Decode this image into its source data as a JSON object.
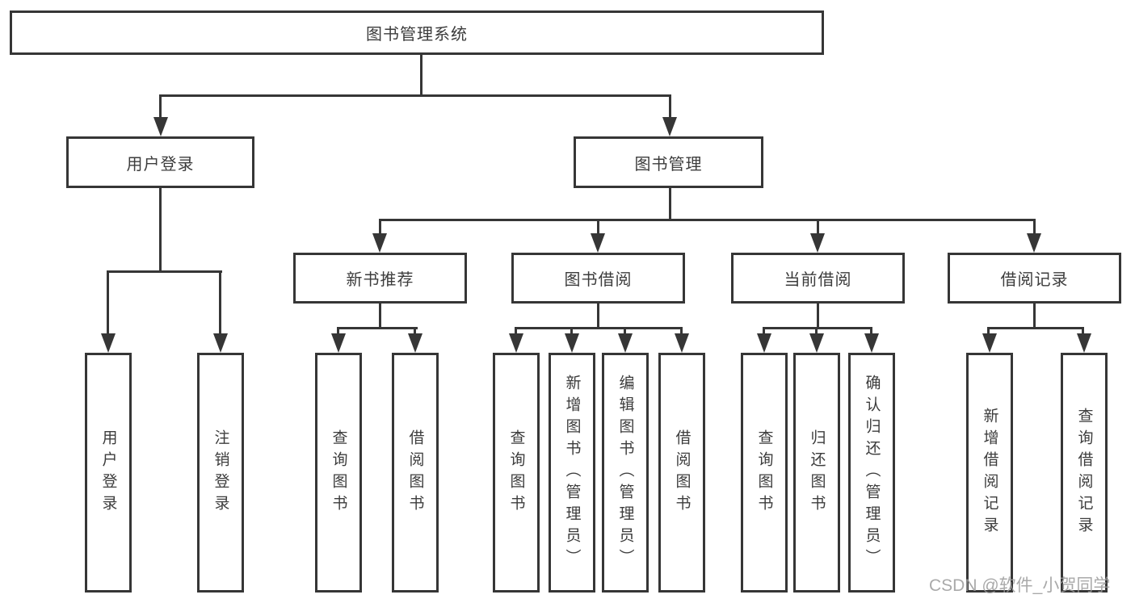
{
  "diagram": {
    "root": {
      "label": "图书管理系统"
    },
    "level2": {
      "user_login": "用户登录",
      "book_management": "图书管理"
    },
    "level3": {
      "new_book_recommend": "新书推荐",
      "book_borrow": "图书借阅",
      "current_borrow": "当前借阅",
      "borrow_record": "借阅记录"
    },
    "leaves": {
      "user_login": [
        "用户登录",
        "注销登录"
      ],
      "new_book_recommend": [
        "查询图书",
        "借阅图书"
      ],
      "book_borrow": [
        "查询图书",
        "新增图书（管理员）",
        "编辑图书（管理员）",
        "借阅图书"
      ],
      "current_borrow": [
        "查询图书",
        "归还图书",
        "确认归还（管理员）"
      ],
      "borrow_record": [
        "新增借阅记录",
        "查询借阅记录"
      ]
    }
  },
  "watermark": "CSDN @软件_小贺同学",
  "colors": {
    "line": "#363636",
    "text": "#3c3c3c",
    "watermark": "#9b9b9b",
    "background": "#ffffff"
  }
}
